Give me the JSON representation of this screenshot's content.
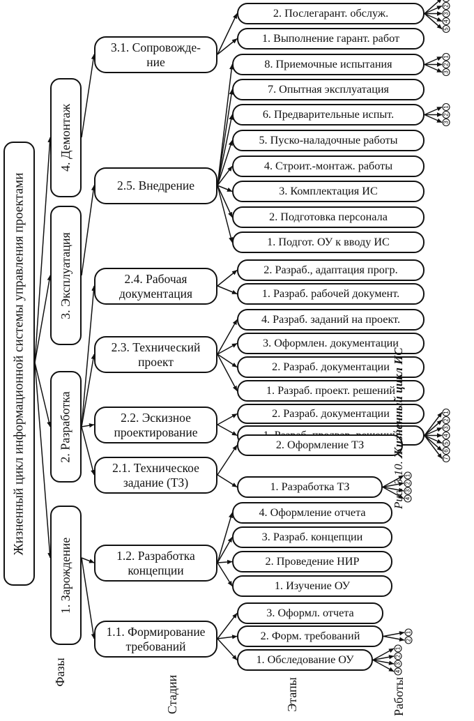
{
  "root": {
    "label": "Жизненный цикл информационной системы управления проектами"
  },
  "phases": [
    {
      "label": "4. Демонтаж"
    },
    {
      "label": "3. Эксплуатация"
    },
    {
      "label": "2. Разработка"
    },
    {
      "label": "1. Зарождение"
    }
  ],
  "stages": [
    {
      "label": "3.1. Сопровожде-\nние"
    },
    {
      "label": "2.5. Внедрение"
    },
    {
      "label": "2.4. Рабочая\nдокументация"
    },
    {
      "label": "2.3. Технический\nпроект"
    },
    {
      "label": "2.2. Эскизное\nпроектирование"
    },
    {
      "label": "2.1. Техническое\nзадание (ТЗ)"
    },
    {
      "label": "1.2. Разработка\nконцепции"
    },
    {
      "label": "1.1. Формирование\nтребований"
    }
  ],
  "steps": [
    {
      "label": "2. Послегарант. обслуж."
    },
    {
      "label": "1. Выполнение гарант. работ"
    },
    {
      "label": "8. Приемочные испытания"
    },
    {
      "label": "7. Опытная эксплуатация"
    },
    {
      "label": "6. Предварительные испыт."
    },
    {
      "label": "5. Пуско-наладочные работы"
    },
    {
      "label": "4. Строит.-монтаж. работы"
    },
    {
      "label": "3. Комплектация ИС"
    },
    {
      "label": "2. Подготовка персонала"
    },
    {
      "label": "1. Подгот. ОУ к вводу ИС"
    },
    {
      "label": "2. Разраб., адаптация прогр."
    },
    {
      "label": "1. Разраб. рабочей документ."
    },
    {
      "label": "4. Разраб. заданий на проект."
    },
    {
      "label": "3. Оформлен. документации"
    },
    {
      "label": "2. Разраб. документации"
    },
    {
      "label": "1. Разраб. проект. решений"
    },
    {
      "label": "2. Разраб. документации"
    },
    {
      "label": "1. Разраб. предвар. решений"
    },
    {
      "label": "2. Оформление ТЗ"
    },
    {
      "label": "1. Разработка ТЗ"
    },
    {
      "label": "4. Оформление отчета"
    },
    {
      "label": "3. Разраб. концепции"
    },
    {
      "label": "2. Проведение НИР"
    },
    {
      "label": "1. Изучение ОУ"
    },
    {
      "label": "3. Оформл. отчета"
    },
    {
      "label": "2. Форм. требований"
    },
    {
      "label": "1. Обследование ОУ"
    }
  ],
  "column_labels": {
    "phases": "Фазы",
    "stages": "Стадии",
    "steps": "Этапы",
    "works": "Работы"
  },
  "works": [
    {
      "step": "2. Послегарант. обслуж.",
      "items": [
        "1",
        "2",
        "3",
        "4",
        "5"
      ]
    },
    {
      "step": "8. Приемочные испытания",
      "items": [
        "1",
        "2",
        "3"
      ]
    },
    {
      "step": "6. Предварительные испыт.",
      "items": [
        "1",
        "2",
        "3"
      ]
    },
    {
      "step": "1. Разраб. предвар. решений",
      "items": [
        "1",
        "2",
        "3",
        "4",
        "5",
        "6",
        "7"
      ]
    },
    {
      "step": "1. Разработка ТЗ",
      "items": [
        "1",
        "2",
        "3",
        "4"
      ]
    },
    {
      "step": "2. Форм. требований",
      "items": [
        "1",
        "2"
      ]
    },
    {
      "step": "1. Обследование ОУ",
      "items": [
        "1",
        "2",
        "3",
        "4"
      ]
    }
  ],
  "caption": {
    "prefix": "Рис. 3.10.",
    "title": "Жизненный цикл ИС"
  }
}
